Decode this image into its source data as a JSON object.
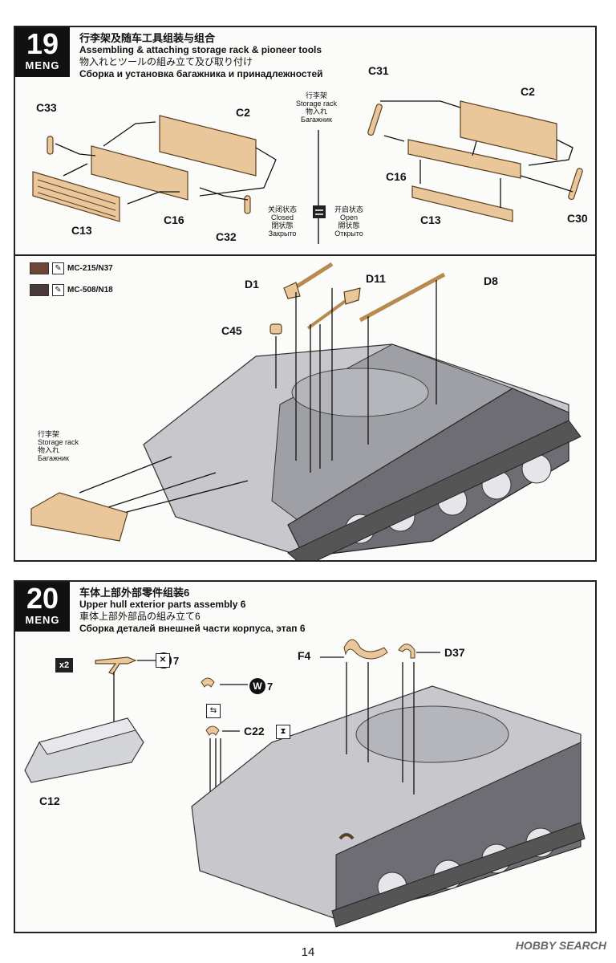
{
  "step19": {
    "number": "19",
    "brand": "MENG",
    "title_zh": "行李架及随车工具组装与组合",
    "title_en": "Assembling & attaching storage rack & pioneer tools",
    "title_jp": "物入れとツールの組み立て及び取り付け",
    "title_ru": "Сборка и установка багажника и принадлежностей",
    "parts_left": [
      "C33",
      "C2",
      "C13",
      "C16",
      "C32"
    ],
    "parts_right": [
      "C31",
      "C2",
      "C16",
      "C13",
      "C30"
    ],
    "storage_rack_center": [
      "行李架",
      "Storage rack",
      "物入れ",
      "Багажник"
    ],
    "closed_state": [
      "关闭状态",
      "Closed",
      "閉状態",
      "Закрыто"
    ],
    "open_state": [
      "开启状态",
      "Open",
      "開状態",
      "Открыто"
    ],
    "paints": [
      {
        "code": "MC-215/N37",
        "color": "#6e4636"
      },
      {
        "code": "MC-508/N18",
        "color": "#4a3a3a"
      }
    ],
    "tool_parts": [
      "D1",
      "D11",
      "D8",
      "C45"
    ],
    "storage_rack_lower": [
      "行李架",
      "Storage rack",
      "物入れ",
      "Багажник"
    ]
  },
  "step20": {
    "number": "20",
    "brand": "MENG",
    "title_zh": "车体上部外部零件组装6",
    "title_en": "Upper hull exterior parts assembly 6",
    "title_jp": "車体上部外部品の組み立て6",
    "title_ru": "Сборка деталей внешней части корпуса, этап 6",
    "multiplier": "x2",
    "water_code": "W",
    "water_num": "7",
    "parts": [
      "F4",
      "D37",
      "C22",
      "C12"
    ]
  },
  "page_number": "14",
  "watermark": "HOBBY SEARCH"
}
